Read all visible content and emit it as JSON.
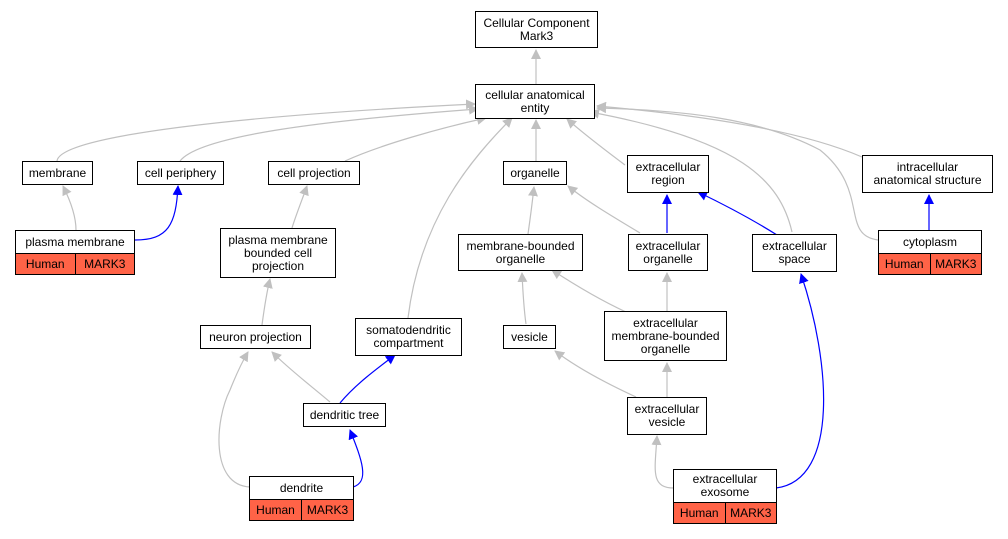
{
  "colors": {
    "is_a_edge": "#c0c0c0",
    "part_of_edge": "#0000ff",
    "annotation_tag": "#ff6347",
    "node_border": "#000000"
  },
  "nodes": {
    "root": "Cellular Component\nMark3",
    "cellular_anatomical_entity": "cellular anatomical\nentity",
    "membrane": "membrane",
    "cell_periphery": "cell periphery",
    "cell_projection": "cell projection",
    "organelle": "organelle",
    "extracellular_region": "extracellular\nregion",
    "intracellular_anatomical_structure": "intracellular\nanatomical structure",
    "plasma_membrane_bounded_cell_projection": "plasma membrane\nbounded cell\nprojection",
    "membrane_bounded_organelle": "membrane-bounded\norganelle",
    "extracellular_organelle": "extracellular\norganelle",
    "extracellular_space": "extracellular\nspace",
    "neuron_projection": "neuron projection",
    "somatodendritic_compartment": "somatodendritic\ncompartment",
    "vesicle": "vesicle",
    "extracellular_membrane_bounded_organelle": "extracellular\nmembrane-bounded\norganelle",
    "dendritic_tree": "dendritic tree",
    "extracellular_vesicle": "extracellular\nvesicle"
  },
  "annotated_nodes": {
    "plasma_membrane": {
      "label": "plasma membrane",
      "species": "Human",
      "gene": "MARK3"
    },
    "cytoplasm": {
      "label": "cytoplasm",
      "species": "Human",
      "gene": "MARK3"
    },
    "dendrite": {
      "label": "dendrite",
      "species": "Human",
      "gene": "MARK3"
    },
    "extracellular_exosome": {
      "label": "extracellular\nexosome",
      "species": "Human",
      "gene": "MARK3"
    }
  }
}
